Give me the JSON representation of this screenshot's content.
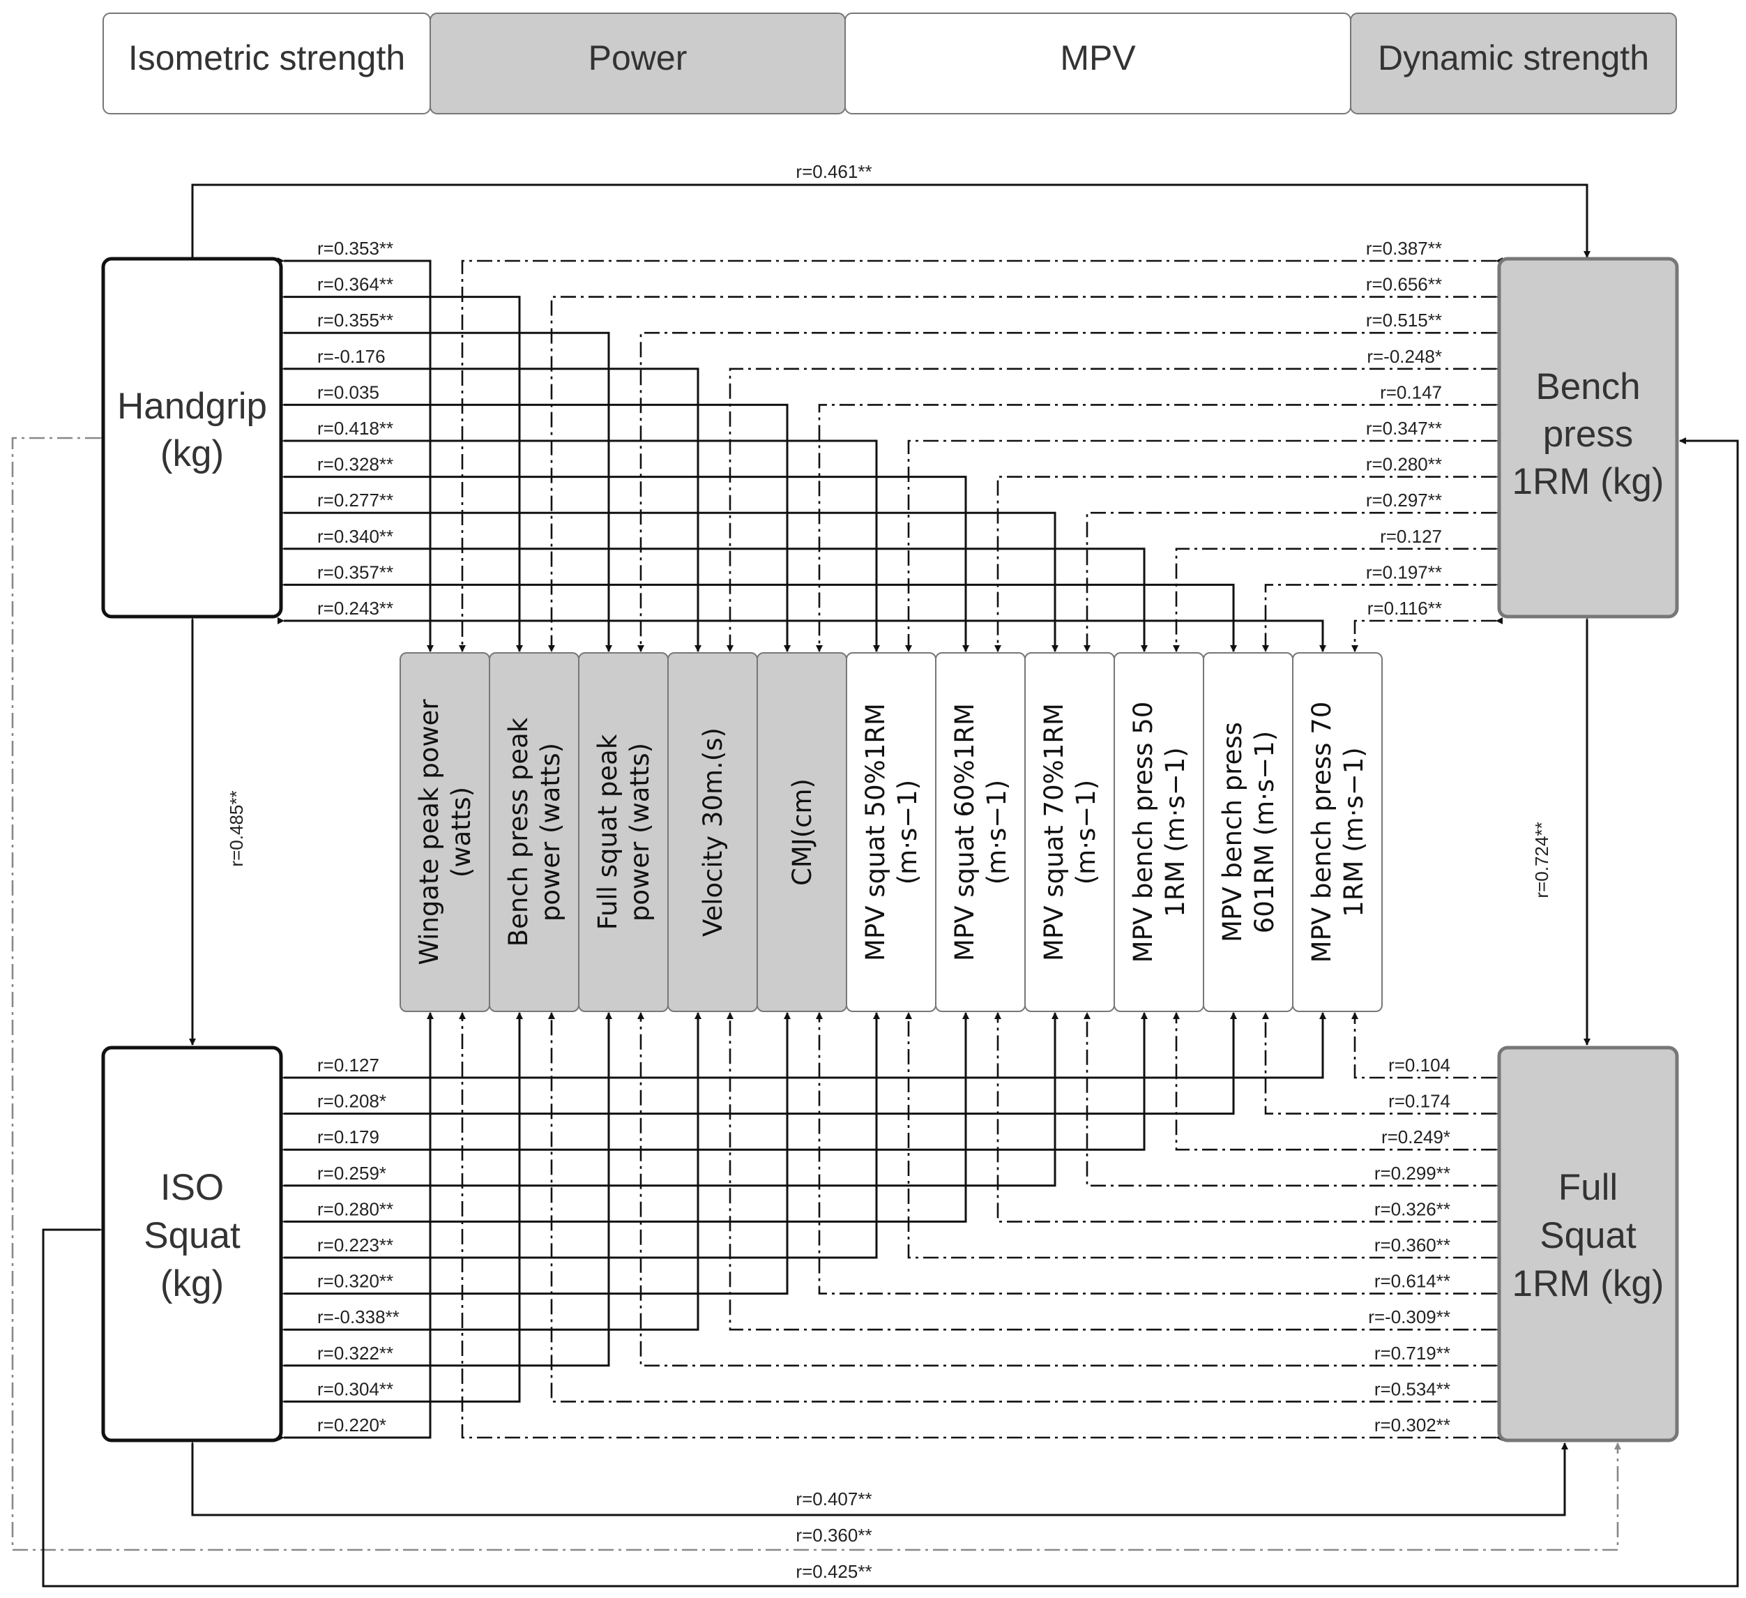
{
  "colors": {
    "shaded_fill": "#cccccc",
    "white_fill": "#ffffff",
    "box_border": "#777777",
    "line": "#111111",
    "gray_line": "#888888"
  },
  "header": [
    {
      "label": "Isometric strength",
      "shaded": false
    },
    {
      "label": "Power",
      "shaded": true
    },
    {
      "label": "MPV",
      "shaded": false
    },
    {
      "label": "Dynamic strength",
      "shaded": true
    }
  ],
  "boxes": {
    "handgrip": {
      "lines": [
        "Handgrip",
        "(kg)"
      ],
      "shaded": false
    },
    "bench": {
      "lines": [
        "Bench",
        "press",
        "1RM (kg)"
      ],
      "shaded": true
    },
    "iso": {
      "lines": [
        "ISO",
        "Squat",
        "(kg)"
      ],
      "shaded": false
    },
    "fullsquat": {
      "lines": [
        "Full",
        "Squat",
        "1RM (kg)"
      ],
      "shaded": true
    }
  },
  "variables": [
    {
      "lines": [
        "Wingate peak power",
        "(watts)"
      ],
      "shaded": true
    },
    {
      "lines": [
        "Bench press peak",
        "power (watts)"
      ],
      "shaded": true
    },
    {
      "lines": [
        "Full squat  peak",
        "power (watts)"
      ],
      "shaded": true
    },
    {
      "lines": [
        "Velocity  30m.(s)"
      ],
      "shaded": true
    },
    {
      "lines": [
        "CMJ(cm)"
      ],
      "shaded": true
    },
    {
      "lines": [
        "MPV  squat 50%1RM",
        "(m·s−1)"
      ],
      "shaded": false
    },
    {
      "lines": [
        "MPV  squat 60%1RM",
        "(m·s−1)"
      ],
      "shaded": false
    },
    {
      "lines": [
        "MPV  squat 70%1RM",
        "(m·s−1)"
      ],
      "shaded": false
    },
    {
      "lines": [
        "MPV bench press 50",
        "1RM (m·s−1)"
      ],
      "shaded": false
    },
    {
      "lines": [
        "MPV bench press",
        "601RM (m·s−1)"
      ],
      "shaded": false
    },
    {
      "lines": [
        "MPV bench press 70",
        "1RM (m·s−1)"
      ],
      "shaded": false
    }
  ],
  "correlations": {
    "handgrip": [
      "r=0.353**",
      "r=0.364**",
      "r=0.355**",
      "r=-0.176",
      "r=0.035",
      "r=0.418**",
      "r=0.328**",
      "r=0.277**",
      "r=0.340**",
      "r=0.357**",
      "r=0.243**"
    ],
    "bench": [
      "r=0.387**",
      "r=0.656**",
      "r=0.515**",
      "r=-0.248*",
      "r=0.147",
      "r=0.347**",
      "r=0.280**",
      "r=0.297**",
      "r=0.127",
      "r=0.197**",
      "r=0.116**"
    ],
    "iso": [
      "r=0.220*",
      "r=0.304**",
      "r=0.322**",
      "r=-0.338**",
      "r=0.320**",
      "r=0.223**",
      "r=0.280**",
      "r=0.259*",
      "r=0.179",
      "r=0.208*",
      "r=0.127"
    ],
    "fullsquat": [
      "r=0.302**",
      "r=0.534**",
      "r=0.719**",
      "r=-0.309**",
      "r=0.614**",
      "r=0.360**",
      "r=0.326**",
      "r=0.299**",
      "r=0.249*",
      "r=0.174",
      "r=0.104"
    ]
  },
  "links": {
    "handgrip_bench": "r=0.461**",
    "handgrip_iso": "r=0.485**",
    "bench_fullsquat": "r=0.724**",
    "iso_fullsquat": "r=0.407**",
    "handgrip_fullsquat": "r=0.360**",
    "iso_bench": "r=0.425**"
  }
}
